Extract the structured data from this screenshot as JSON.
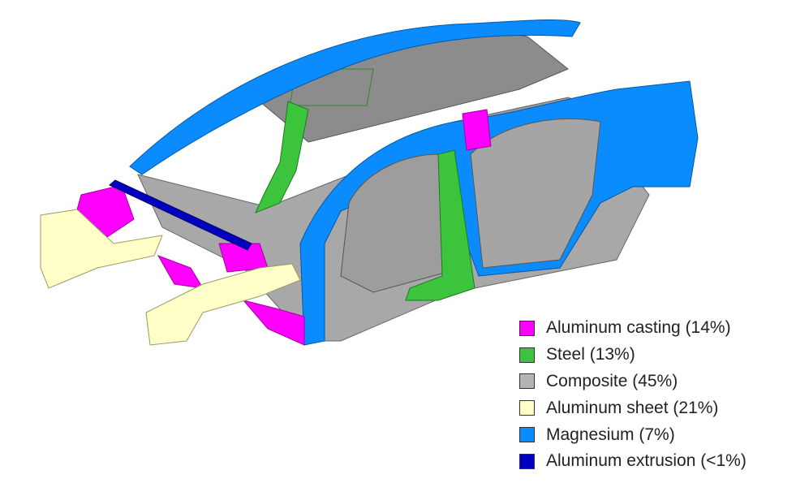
{
  "legend": [
    {
      "label": "Aluminum casting (14%)",
      "color": "#ff00ff"
    },
    {
      "label": "Steel (13%)",
      "color": "#3cc43c"
    },
    {
      "label": "Composite (45%)",
      "color": "#b4b4b4"
    },
    {
      "label": "Aluminum sheet (21%)",
      "color": "#ffffc8"
    },
    {
      "label": "Magnesium (7%)",
      "color": "#0a8cff"
    },
    {
      "label": "Aluminum extrusion (<1%)",
      "color": "#0000c0"
    }
  ]
}
